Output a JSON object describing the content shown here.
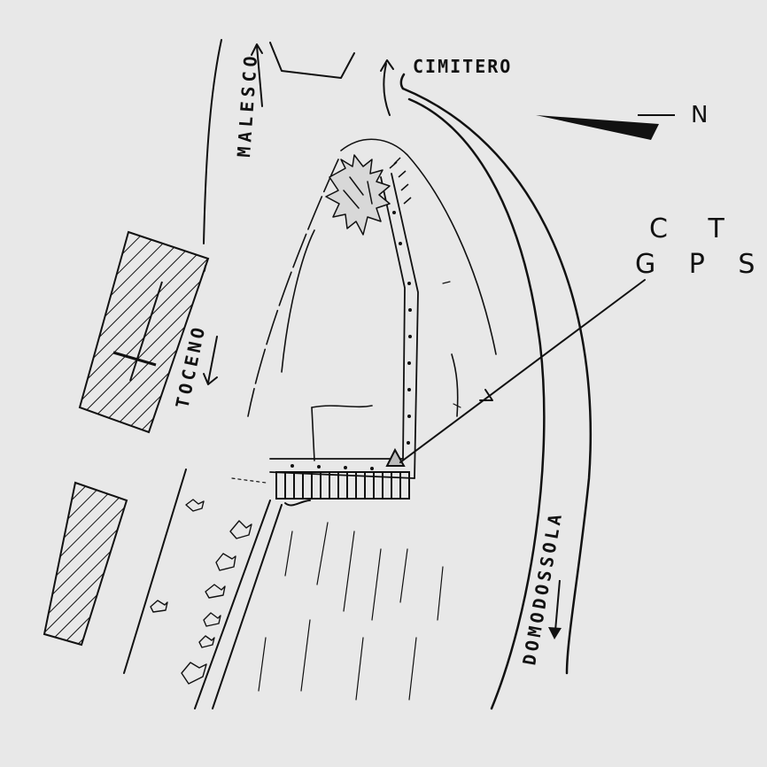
{
  "map": {
    "labels": {
      "malesco": "MALESCO",
      "cimitero": "CIMITERO",
      "toceno": "TOCENO",
      "domodossola": "DOMODOSSOLA",
      "north": "N",
      "station_line1": "C T",
      "station_line2": "G P S"
    },
    "colors": {
      "ink": "#111111",
      "paper": "#e8e8e8"
    },
    "icons": [
      "north-arrow-icon",
      "direction-arrow-icon",
      "triangle-marker-icon",
      "tree-icon"
    ]
  }
}
